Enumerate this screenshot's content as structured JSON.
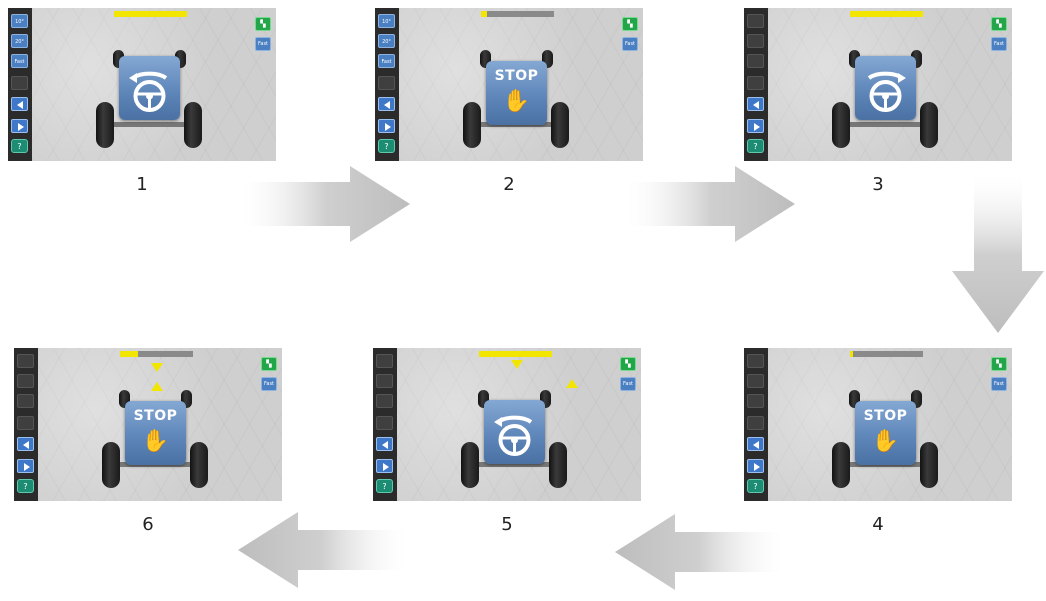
{
  "steps": [
    {
      "number": "1",
      "progress": 1.0,
      "tile": "steer-left",
      "markers": "none",
      "sidebar_variant": "buttons"
    },
    {
      "number": "2",
      "progress": 0.08,
      "tile": "stop",
      "markers": "none",
      "sidebar_variant": "buttons"
    },
    {
      "number": "3",
      "progress": 1.0,
      "tile": "steer-right",
      "markers": "none",
      "sidebar_variant": "blank"
    },
    {
      "number": "4",
      "progress": 0.03,
      "tile": "stop",
      "markers": "none",
      "sidebar_variant": "blank"
    },
    {
      "number": "5",
      "progress": 1.0,
      "tile": "steer-left",
      "markers": "offset",
      "sidebar_variant": "blank"
    },
    {
      "number": "6",
      "progress": 0.25,
      "tile": "stop",
      "markers": "aligned",
      "sidebar_variant": "blank"
    }
  ],
  "sidebar": {
    "btn_10": "10°",
    "btn_20": "20°",
    "btn_fast": "Fast"
  },
  "right_panel": {
    "fast_label": "Fast",
    "alignment_icon": "wheel-alignment-icon"
  },
  "tile": {
    "stop_label": "STOP"
  },
  "colors": {
    "progress_fill": "#f2e600",
    "progress_track": "#8a8a8a",
    "tile_blue": "#5c84b8",
    "sidebar_bg": "#2b2b2b"
  }
}
